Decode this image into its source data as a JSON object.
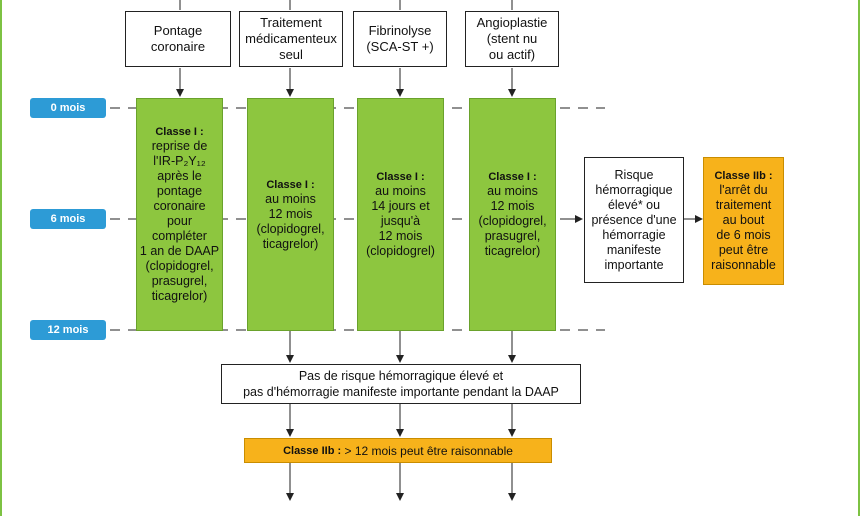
{
  "top_boxes": [
    {
      "lines": [
        "Pontage",
        "coronaire"
      ]
    },
    {
      "lines": [
        "Traitement",
        "médicamenteux",
        "seul"
      ]
    },
    {
      "lines": [
        "Fibrinolyse",
        "(SCA-ST +)"
      ]
    },
    {
      "lines": [
        "Angioplastie",
        "(stent nu",
        "ou actif)"
      ]
    }
  ],
  "time_labels": {
    "m0": "0 mois",
    "m6": "6 mois",
    "m12": "12 mois"
  },
  "green_boxes": [
    {
      "cls": "Classe I :",
      "lines": [
        "reprise de",
        "l'IR-P₂Y₁₂",
        "après le",
        "pontage",
        "coronaire",
        "pour",
        "compléter",
        "1 an de DAAP",
        "(clopidogrel,",
        "prasugrel,",
        "ticagrelor)"
      ]
    },
    {
      "cls": "Classe I :",
      "lines": [
        "au moins",
        "12 mois",
        "(clopidogrel,",
        "ticagrelor)"
      ]
    },
    {
      "cls": "Classe I :",
      "lines": [
        "au moins",
        "14 jours  et",
        "jusqu'à",
        "12 mois",
        "(clopidogrel)"
      ]
    },
    {
      "cls": "Classe I :",
      "lines": [
        "au moins",
        "12 mois",
        "(clopidogrel,",
        "prasugrel,",
        "ticagrelor)"
      ]
    }
  ],
  "risk_box": {
    "lines": [
      "Risque",
      "hémorragique",
      "élevé* ou",
      "présence d'une",
      "hémorragie",
      "manifeste",
      "importante"
    ]
  },
  "orange_side": {
    "cls": "Classe IIb :",
    "lines": [
      "l'arrêt du",
      "traitement",
      "au bout",
      "de 6 mois",
      "peut être",
      "raisonnable"
    ]
  },
  "bottom_white": {
    "lines": [
      "Pas de risque hémorragique élevé et",
      "pas d'hémorragie manifeste importante pendant la DAAP"
    ]
  },
  "bottom_orange": {
    "cls": "Classe IIb :",
    "text": " > 12 mois peut être raisonnable"
  },
  "colors": {
    "green": "#8dc63f",
    "orange": "#f7b21b",
    "blue": "#2d9bd6",
    "frame": "#7dc243"
  }
}
